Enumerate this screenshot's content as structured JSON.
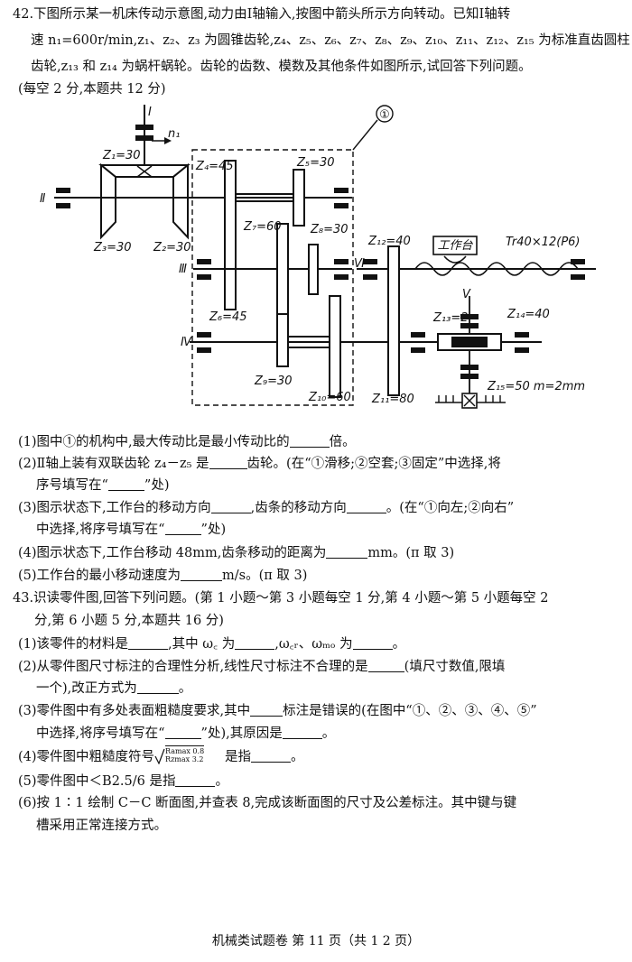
{
  "q42": {
    "line1": "42.下图所示某一机床传动示意图,动力由Ⅰ轴输入,按图中箭头所示方向转动。已知Ⅰ轴转",
    "line2": "速 n₁=600r/min,z₁、z₂、z₃ 为圆锥齿轮,z₄、z₅、z₆、z₇、z₈、z₉、z₁₀、z₁₁、z₁₂、z₁₅ 为标准直齿圆柱",
    "line3": "齿轮,z₁₃ 和 z₁₄ 为蜗杆蜗轮。齿轮的齿数、模数及其他条件如图所示,试回答下列问题。",
    "line4": "(每空 2 分,本题共 12 分)",
    "items": [
      {
        "pre": "(1)图中①的机构中,最大传动比是最小传动比的",
        "post": "倍。"
      },
      {
        "pre": "(2)Ⅱ轴上装有双联齿轮 z₄－z₅ 是",
        "post": "齿轮。(在“①滑移;②空套;③固定”中选择,将"
      },
      {
        "pre": "序号填写在“",
        "post": "”处)"
      },
      {
        "pre": "(3)图示状态下,工作台的移动方向",
        "mid": ",齿条的移动方向",
        "post": "。(在“①向左;②向右”"
      },
      {
        "pre": "中选择,将序号填写在“",
        "post": "”处)"
      },
      {
        "pre": "(4)图示状态下,工作台移动 48mm,齿条移动的距离为",
        "post": "mm。(π 取 3)"
      },
      {
        "pre": "(5)工作台的最小移动速度为",
        "post": "m/s。(π 取 3)"
      }
    ]
  },
  "diagram": {
    "circle_label": "①",
    "shaft_I": "Ⅰ",
    "shaft_II": "Ⅱ",
    "shaft_III": "Ⅲ",
    "shaft_IV": "Ⅳ",
    "shaft_V": "Ⅴ",
    "shaft_VI": "Ⅵ",
    "n1": "n₁",
    "z1": "Z₁=30",
    "z2": "Z₂=30",
    "z3": "Z₃=30",
    "z4": "Z₄=45",
    "z5": "Z₅=30",
    "z6": "Z₆=45",
    "z7": "Z₇=60",
    "z8": "Z₈=30",
    "z9": "Z₉=30",
    "z10": "Z₁₀=60",
    "z11": "Z₁₁=80",
    "z12": "Z₁₂=40",
    "z13": "Z₁₃=2",
    "z14": "Z₁₄=40",
    "z15": "Z₁₅=50  m=2mm",
    "worktable": "工作台",
    "screw": "Tr40×12(P6)"
  },
  "q43": {
    "line1": "43.识读零件图,回答下列问题。(第 1 小题～第 3 小题每空 1 分,第 4 小题～第 5 小题每空 2",
    "line2": "分,第 6 小题 5 分,本题共 16 分)",
    "i1_pre": "(1)该零件的材料是",
    "i1_mid1": ",其中 ω꜀ 为",
    "i1_mid2": ",ω꜀ᵣ、ωₘₒ 为",
    "i1_post": "。",
    "i2_pre": "(2)从零件图尺寸标注的合理性分析,线性尺寸标注不合理的是",
    "i2_post": "(填尺寸数值,限填",
    "i2b_pre": "一个),改正方式为",
    "i2b_post": "。",
    "i3_pre": "(3)零件图中有多处表面粗糙度要求,其中",
    "i3_post": "标注是错误的(在图中“①、②、③、④、⑤”",
    "i3b_pre": "中选择,将序号填写在“",
    "i3b_mid": "”处),其原因是",
    "i3b_post": "。",
    "i4_pre": "(4)零件图中粗糙度符号",
    "i4_r1": "Ramax 0.8",
    "i4_r2": "Rzmax 3.2",
    "i4_mid": "是指",
    "i4_post": "。",
    "i5_pre": "(5)零件图中",
    "i5_sym": "＜B2.5/6 是指",
    "i5_post": "。",
    "i6a": "(6)按 1∶1 绘制 C－C 断面图,并查表 8,完成该断面图的尺寸及公差标注。其中键与键",
    "i6b": "槽采用正常连接方式。"
  },
  "footer": "机械类试题卷   第 11 页（共 1 2 页）"
}
